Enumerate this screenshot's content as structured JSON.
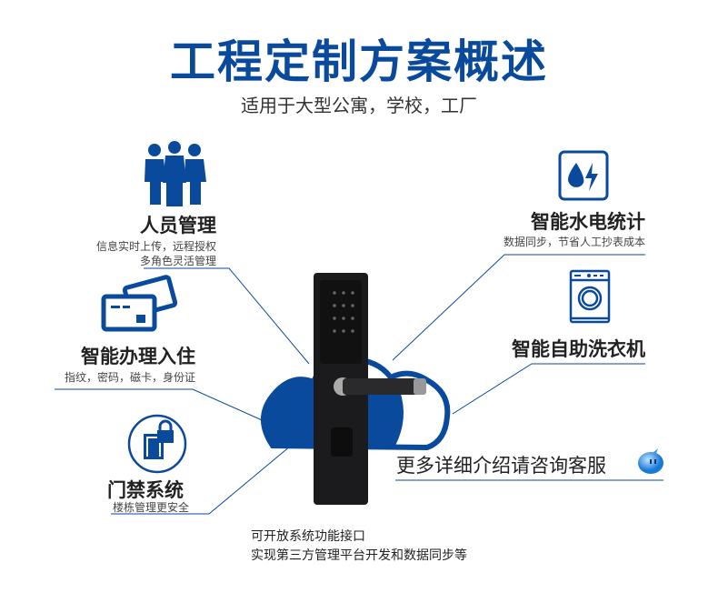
{
  "title": "工程定制方案概述",
  "subtitle": "适用于大型公寓，学校，工厂",
  "features": {
    "staff": {
      "title": "人员管理",
      "line1": "信息实时上传，远程授权",
      "line2": "多角色灵活管理"
    },
    "checkin": {
      "title": "智能办理入住",
      "desc": "指纹，密码，磁卡，身份证"
    },
    "access": {
      "title": "门禁系统",
      "desc": "楼栋管理更安全"
    },
    "utility": {
      "title": "智能水电统计",
      "desc": "数据同步，节省人工抄表成本"
    },
    "laundry": {
      "title": "智能自助洗衣机"
    }
  },
  "contact": "更多详细介绍请咨询客服",
  "bottom": {
    "line1": "可开放系统功能接口",
    "line2": "实现第三方管理平台开发和数据同步等"
  },
  "colors": {
    "brand": "#0a4a9c",
    "lock": "#1b1b1d"
  }
}
